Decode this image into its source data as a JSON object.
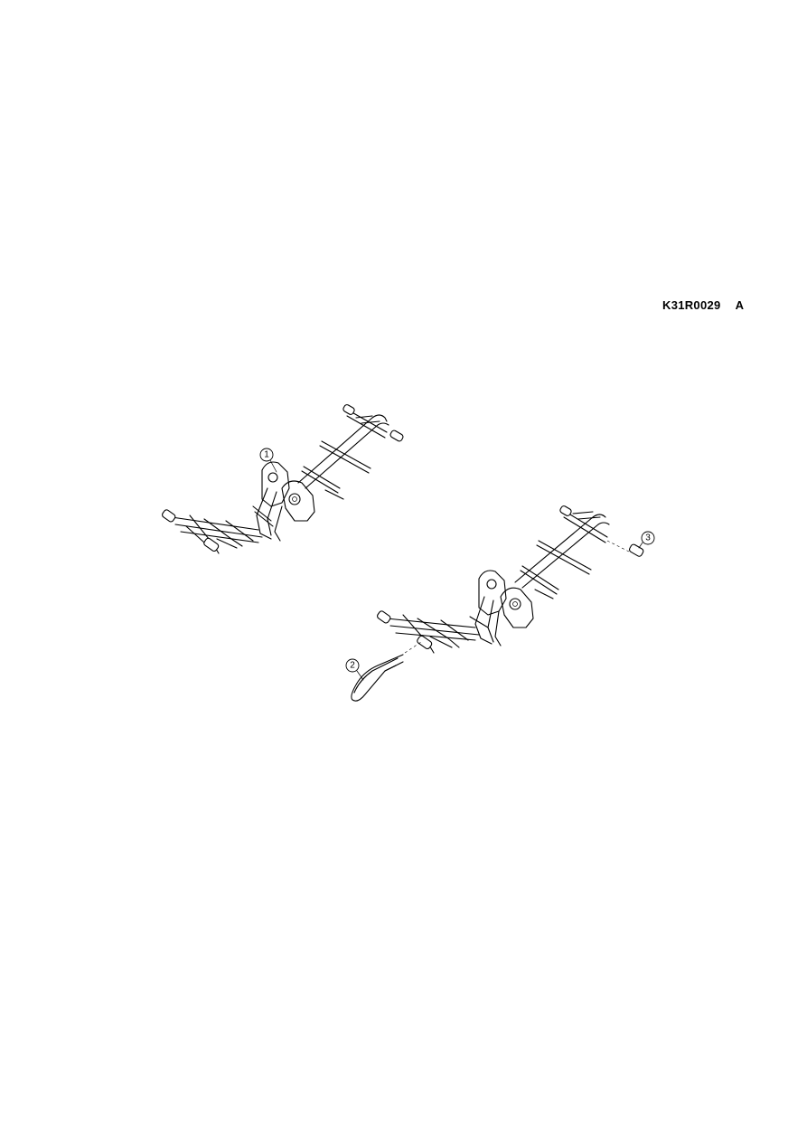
{
  "reference": {
    "code": "K31R0029",
    "revision": "A"
  },
  "callouts": [
    {
      "id": "callout-1",
      "label": "1"
    },
    {
      "id": "callout-2",
      "label": "2"
    },
    {
      "id": "callout-3",
      "label": "3"
    }
  ]
}
